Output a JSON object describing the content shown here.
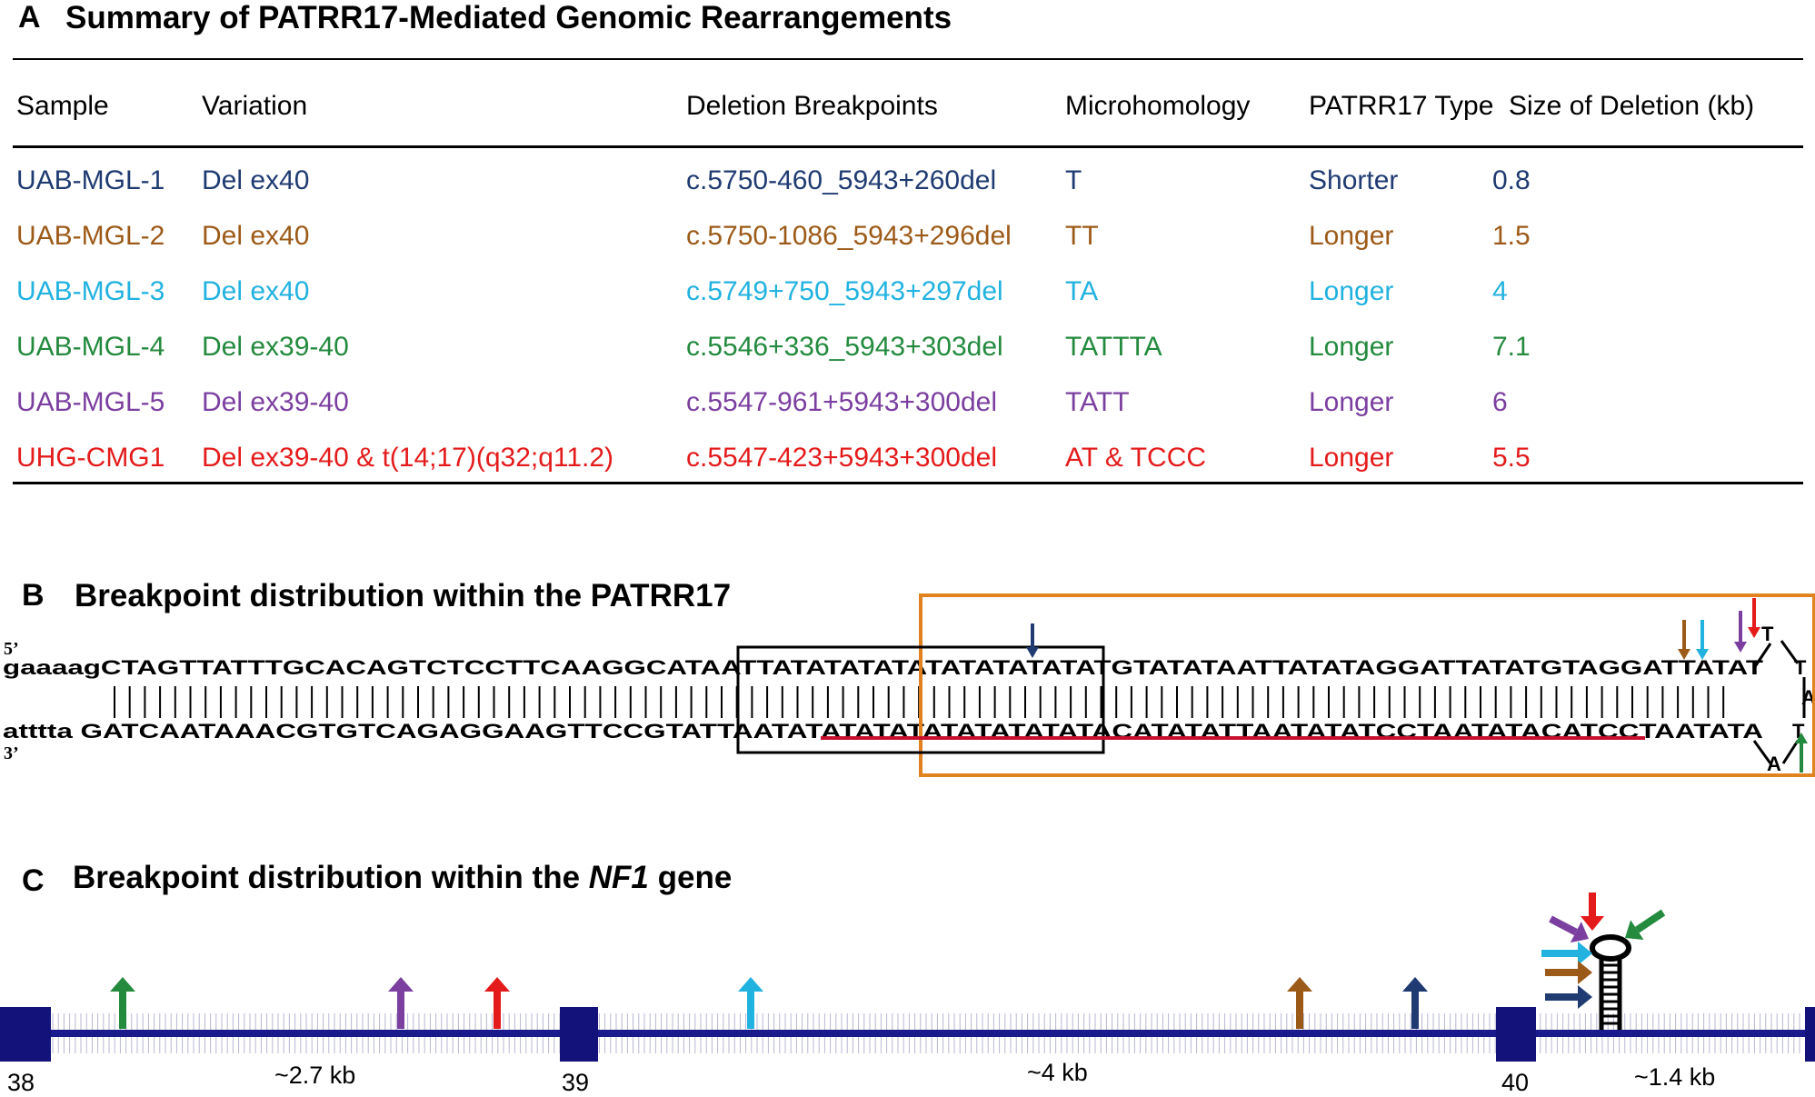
{
  "panel_a": {
    "letter": "A",
    "title": "Summary of PATRR17-Mediated Genomic Rearrangements",
    "columns": [
      "Sample",
      "Variation",
      "Deletion Breakpoints",
      "Microhomology",
      "PATRR17 Type",
      "Size of Deletion (kb)"
    ],
    "rows": [
      {
        "color": "#1f3b72",
        "sample": "UAB-MGL-1",
        "variation": "Del ex40",
        "breakpoints": "c.5750-460_5943+260del",
        "microhomology": "T",
        "type": "Shorter",
        "size": "0.8"
      },
      {
        "color": "#9c5a18",
        "sample": "UAB-MGL-2",
        "variation": "Del ex40",
        "breakpoints": "c.5750-1086_5943+296del",
        "microhomology": "TT",
        "type": "Longer",
        "size": "1.5"
      },
      {
        "color": "#22b2e0",
        "sample": "UAB-MGL-3",
        "variation": "Del ex40",
        "breakpoints": "c.5749+750_5943+297del",
        "microhomology": "TA",
        "type": "Longer",
        "size": "4"
      },
      {
        "color": "#238a3e",
        "sample": "UAB-MGL-4",
        "variation": "Del ex39-40",
        "breakpoints": "c.5546+336_5943+303del",
        "microhomology": "TATTTA",
        "type": "Longer",
        "size": "7.1"
      },
      {
        "color": "#7b3fa0",
        "sample": "UAB-MGL-5",
        "variation": "Del ex39-40",
        "breakpoints": "c.5547-961+5943+300del",
        "microhomology": "TATT",
        "type": "Longer",
        "size": "6"
      },
      {
        "color": "#e41b1b",
        "sample": "UHG-CMG1",
        "variation": "Del ex39-40 & t(14;17)(q32;q11.2)",
        "breakpoints": "c.5547-423+5943+300del",
        "microhomology": "AT & TCCC",
        "type": "Longer",
        "size": "5.5"
      }
    ]
  },
  "panel_b": {
    "letter": "B",
    "title": "Breakpoint distribution within the PATRR17",
    "prime5": "5’",
    "prime3": "3’",
    "top_strand": "gaaaagCTAGTTATTTGCACAGTCTCCTTCAAGGCATAATTATATATATATATATATATATGTATATAATTATATAGGATTATATGTAGGATTATAT",
    "bottom_strand": "atttta GATCAATAAACGTGTCAGAGGAAGTTCCGTATTAATATATATATATATATATATACATATATTAATATATCCTAATATACATCCTAATATA",
    "loop_letters": [
      "T",
      "T",
      "A",
      "T",
      "A"
    ],
    "colors": {
      "box_outer": "#e0821e",
      "box_inner": "#000000",
      "underline": "#c8102e"
    }
  },
  "panel_c": {
    "letter": "C",
    "title_pre": "Breakpoint distribution within the ",
    "title_gene": "NF1",
    "title_post": " gene",
    "exons": [
      "38",
      "39",
      "40"
    ],
    "distances": [
      "~2.7 kb",
      "~4 kb",
      "~1.4 kb"
    ],
    "colors": {
      "line": "#1a1a8c",
      "exon": "#12127a"
    }
  }
}
